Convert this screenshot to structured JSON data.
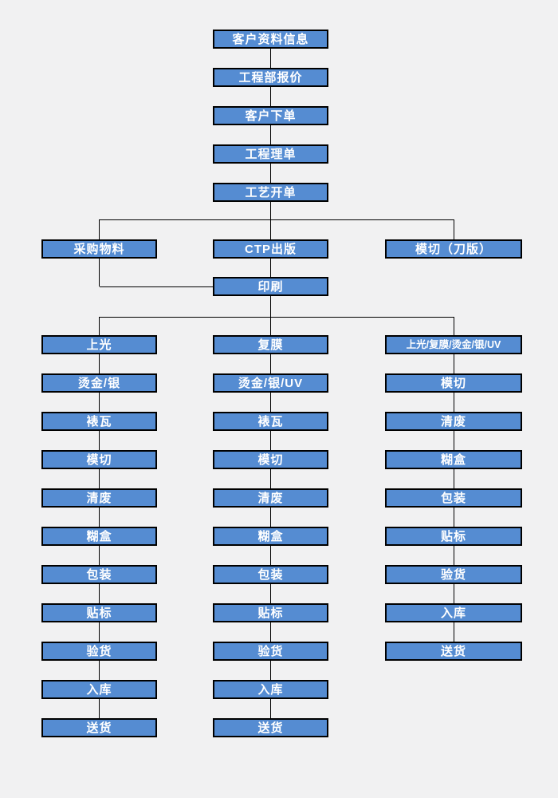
{
  "page": {
    "background_color": "#f1f1f2"
  },
  "flowchart": {
    "node_fill_color": "#558cd2",
    "node_border_color": "#000000",
    "node_text_color": "#ffffff",
    "connector_color": "#000000",
    "top_chain": [
      "客户资料信息",
      "工程部报价",
      "客户下单",
      "工程理单",
      "工艺开单"
    ],
    "branch_row": [
      "采购物料",
      "CTP出版",
      "模切（刀版）"
    ],
    "print_node": "印刷",
    "process_columns": [
      {
        "name": "left",
        "steps": [
          "上光",
          "烫金/银",
          "裱瓦",
          "模切",
          "清废",
          "糊盒",
          "包装",
          "贴标",
          "验货",
          "入库",
          "送货"
        ]
      },
      {
        "name": "center",
        "steps": [
          "复膜",
          "烫金/银/UV",
          "裱瓦",
          "模切",
          "清废",
          "糊盒",
          "包装",
          "贴标",
          "验货",
          "入库",
          "送货"
        ]
      },
      {
        "name": "right",
        "steps": [
          "上光/复膜/烫金/银/UV",
          "模切",
          "清废",
          "糊盒",
          "包装",
          "贴标",
          "验货",
          "入库",
          "送货"
        ]
      }
    ]
  }
}
